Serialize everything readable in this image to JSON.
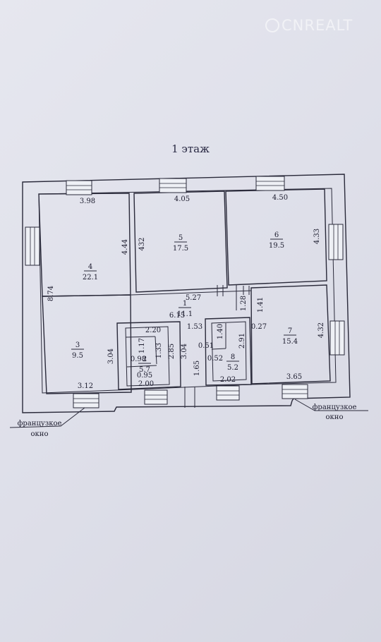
{
  "watermark": "CNREALT",
  "title": "1 этаж",
  "rooms": [
    {
      "number": "1",
      "area": "11.1"
    },
    {
      "number": "2",
      "area": "5.7"
    },
    {
      "number": "3",
      "area": "9.5"
    },
    {
      "number": "4",
      "area": "22.1"
    },
    {
      "number": "5",
      "area": "17.5"
    },
    {
      "number": "6",
      "area": "19.5"
    },
    {
      "number": "7",
      "area": "15.4"
    },
    {
      "number": "8",
      "area": "5.2"
    }
  ],
  "dimensions": [
    "3.98",
    "4.05",
    "4.50",
    "4.44",
    "432",
    "4.33",
    "8.74",
    "5.27",
    "1.28",
    "1.41",
    "6.15",
    "1.53",
    "0.27",
    "4.32",
    "2.20",
    "1.17",
    "1.33",
    "2.85",
    "0.98",
    "0.95",
    "2.00",
    "3.04",
    "3.04",
    "1.65",
    "1.40",
    "0.51",
    "0.52",
    "2.91",
    "2.02",
    "3.12",
    "3.65"
  ],
  "notes": {
    "left_line1": "французкое",
    "left_line2": "окно",
    "right_line1": "французкое",
    "right_line2": "окно"
  }
}
